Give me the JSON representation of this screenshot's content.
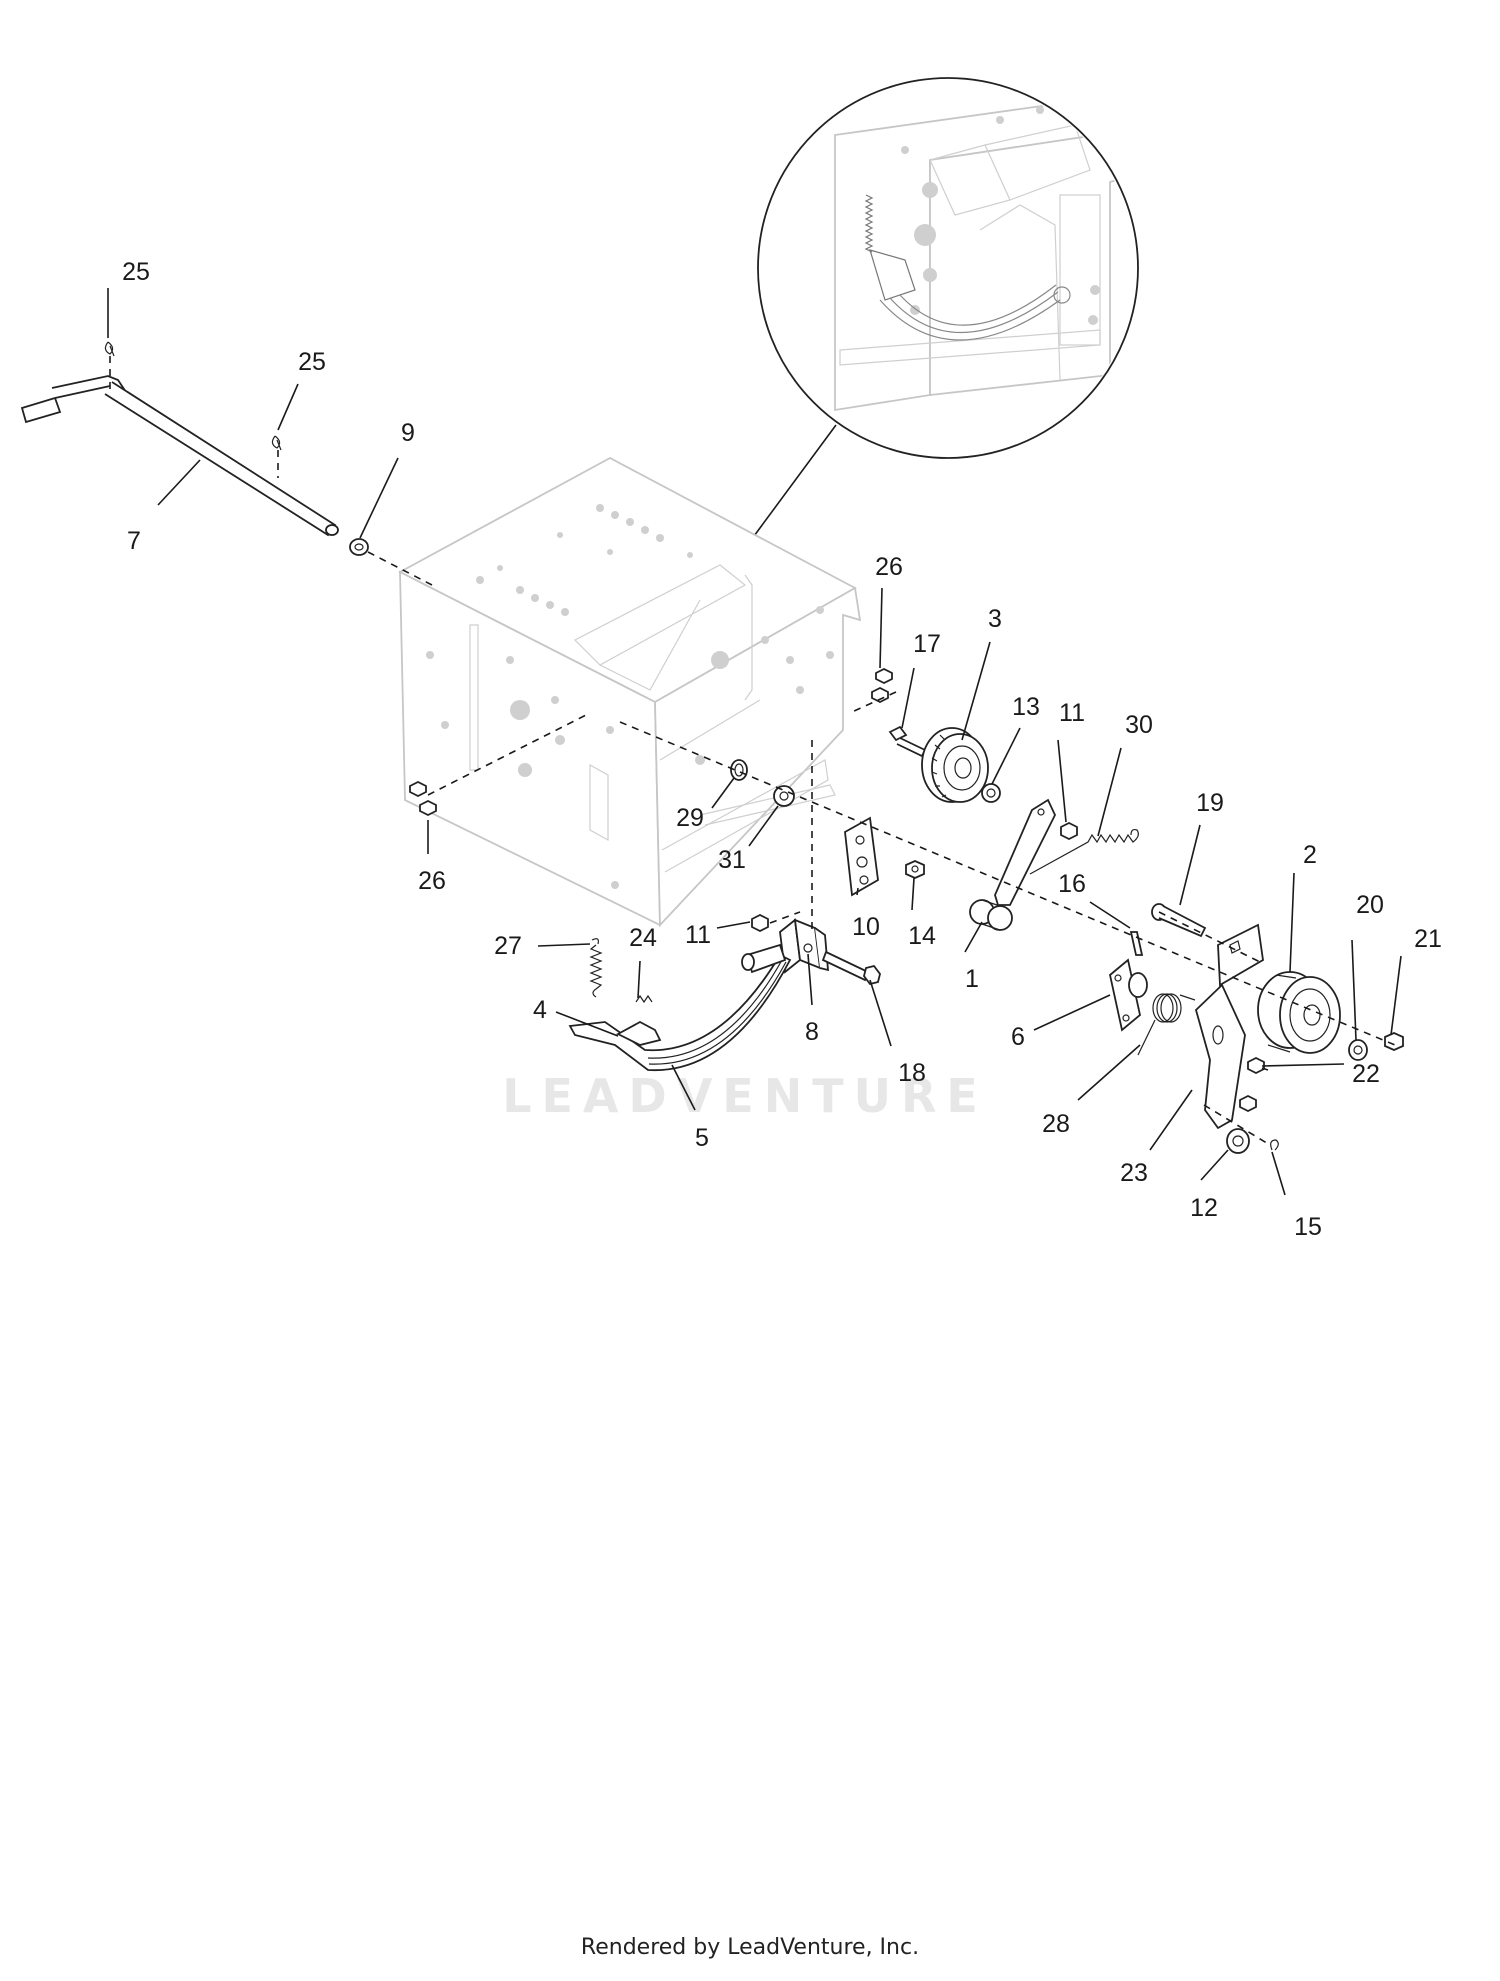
{
  "watermark": "LEADVENTURE",
  "footer": "Rendered by LeadVenture, Inc.",
  "callouts": {
    "p25a": "25",
    "p25b": "25",
    "p9": "9",
    "p7": "7",
    "p26a": "26",
    "p17": "17",
    "p3": "3",
    "p13": "13",
    "p11a": "11",
    "p30": "30",
    "p29": "29",
    "p31": "31",
    "p26b": "26",
    "p10": "10",
    "p14": "14",
    "p19": "19",
    "p2": "2",
    "p16": "16",
    "p20": "20",
    "p21": "21",
    "p1": "1",
    "p27": "27",
    "p24": "24",
    "p11b": "11",
    "p4": "4",
    "p8": "8",
    "p18": "18",
    "p5": "5",
    "p6": "6",
    "p22": "22",
    "p28": "28",
    "p23": "23",
    "p12": "12",
    "p15": "15"
  }
}
